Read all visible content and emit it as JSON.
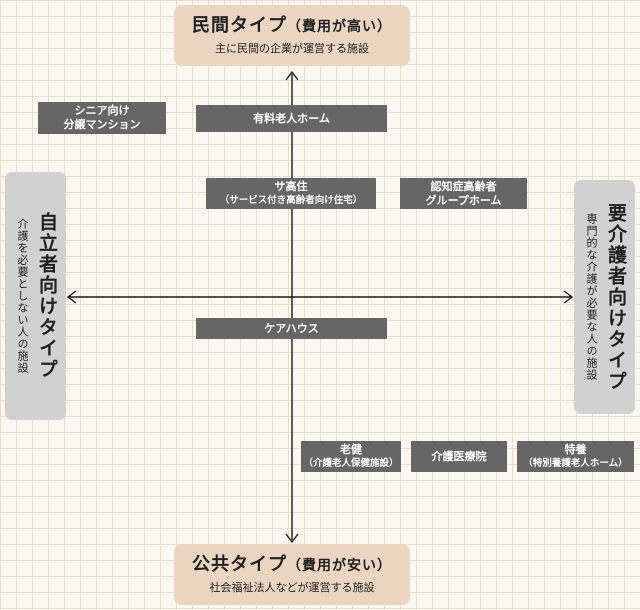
{
  "top": {
    "title": "民間タイプ",
    "title_paren": "（費用が高い）",
    "subtitle": "主に民間の企業が運営する施設"
  },
  "bottom": {
    "title": "公共タイプ",
    "title_paren": "（費用が安い）",
    "subtitle": "社会福祉法人などが運営する施設"
  },
  "left": {
    "title": "自立者向けタイプ",
    "subtitle": "介護を必要としない人の施設"
  },
  "right": {
    "title": "要介護者向けタイプ",
    "subtitle": "専門的な介護が必要な人の施設"
  },
  "facilities": {
    "senior_condo": {
      "line1": "シニア向け",
      "line2": "分譲マンション"
    },
    "paid_home": {
      "label": "有料老人ホーム"
    },
    "sakoju": {
      "line1": "サ高住",
      "line2": "（サービス付き高齢者向け住宅）"
    },
    "dementia_group": {
      "line1": "認知症高齢者",
      "line2": "グループホーム"
    },
    "care_house": {
      "label": "ケアハウス"
    },
    "roken": {
      "line1": "老健",
      "line2": "（介護老人保健施設）"
    },
    "care_medical": {
      "label": "介護医療院"
    },
    "tokuyou": {
      "line1": "特養",
      "line2": "（特別養護老人ホーム）"
    }
  },
  "colors": {
    "pole": "#ecd6c1",
    "side": "#d1d1d1",
    "box": "#666666",
    "grid": "#e6dfd2",
    "axis": "#1a1a1a"
  }
}
